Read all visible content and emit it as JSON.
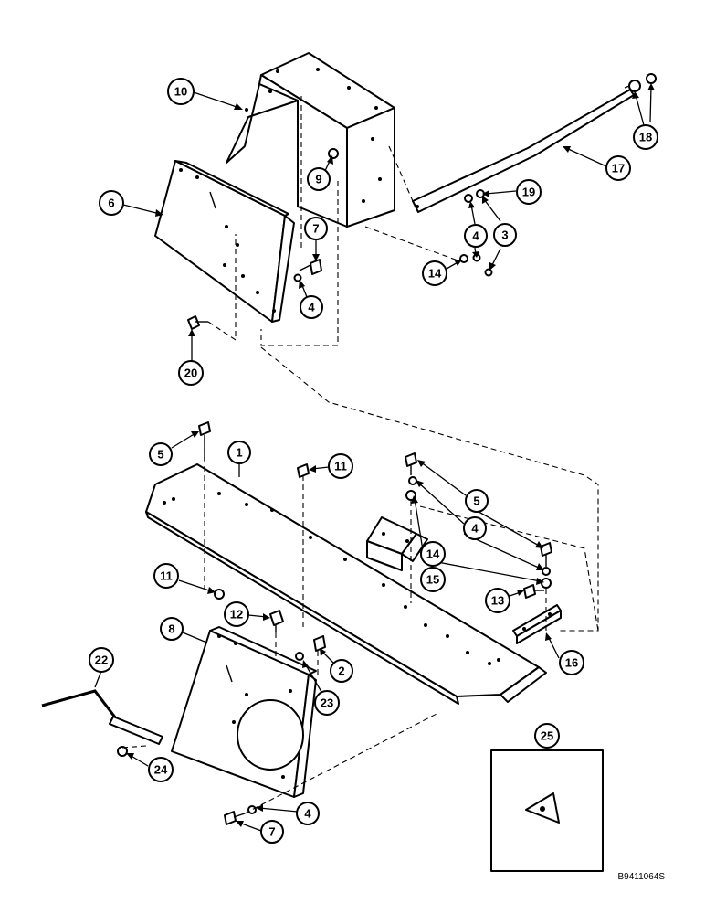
{
  "diagram": {
    "reference_code": "B9411064S",
    "callouts": [
      {
        "id": "c10",
        "label": "10"
      },
      {
        "id": "c9",
        "label": "9"
      },
      {
        "id": "c6",
        "label": "6"
      },
      {
        "id": "c7a",
        "label": "7"
      },
      {
        "id": "c4a",
        "label": "4"
      },
      {
        "id": "c20",
        "label": "20"
      },
      {
        "id": "c17",
        "label": "17"
      },
      {
        "id": "c18",
        "label": "18"
      },
      {
        "id": "c19",
        "label": "19"
      },
      {
        "id": "c4b",
        "label": "4"
      },
      {
        "id": "c3",
        "label": "3"
      },
      {
        "id": "c14a",
        "label": "14"
      },
      {
        "id": "c5a",
        "label": "5"
      },
      {
        "id": "c1",
        "label": "1"
      },
      {
        "id": "c11a",
        "label": "11"
      },
      {
        "id": "c5b",
        "label": "5"
      },
      {
        "id": "c4c",
        "label": "4"
      },
      {
        "id": "c14b",
        "label": "14"
      },
      {
        "id": "c15",
        "label": "15"
      },
      {
        "id": "c11b",
        "label": "11"
      },
      {
        "id": "c12",
        "label": "12"
      },
      {
        "id": "c13",
        "label": "13"
      },
      {
        "id": "c8",
        "label": "8"
      },
      {
        "id": "c2",
        "label": "2"
      },
      {
        "id": "c23",
        "label": "23"
      },
      {
        "id": "c16",
        "label": "16"
      },
      {
        "id": "c22",
        "label": "22"
      },
      {
        "id": "c24",
        "label": "24"
      },
      {
        "id": "c25",
        "label": "25"
      },
      {
        "id": "c4d",
        "label": "4"
      },
      {
        "id": "c7b",
        "label": "7"
      }
    ]
  }
}
